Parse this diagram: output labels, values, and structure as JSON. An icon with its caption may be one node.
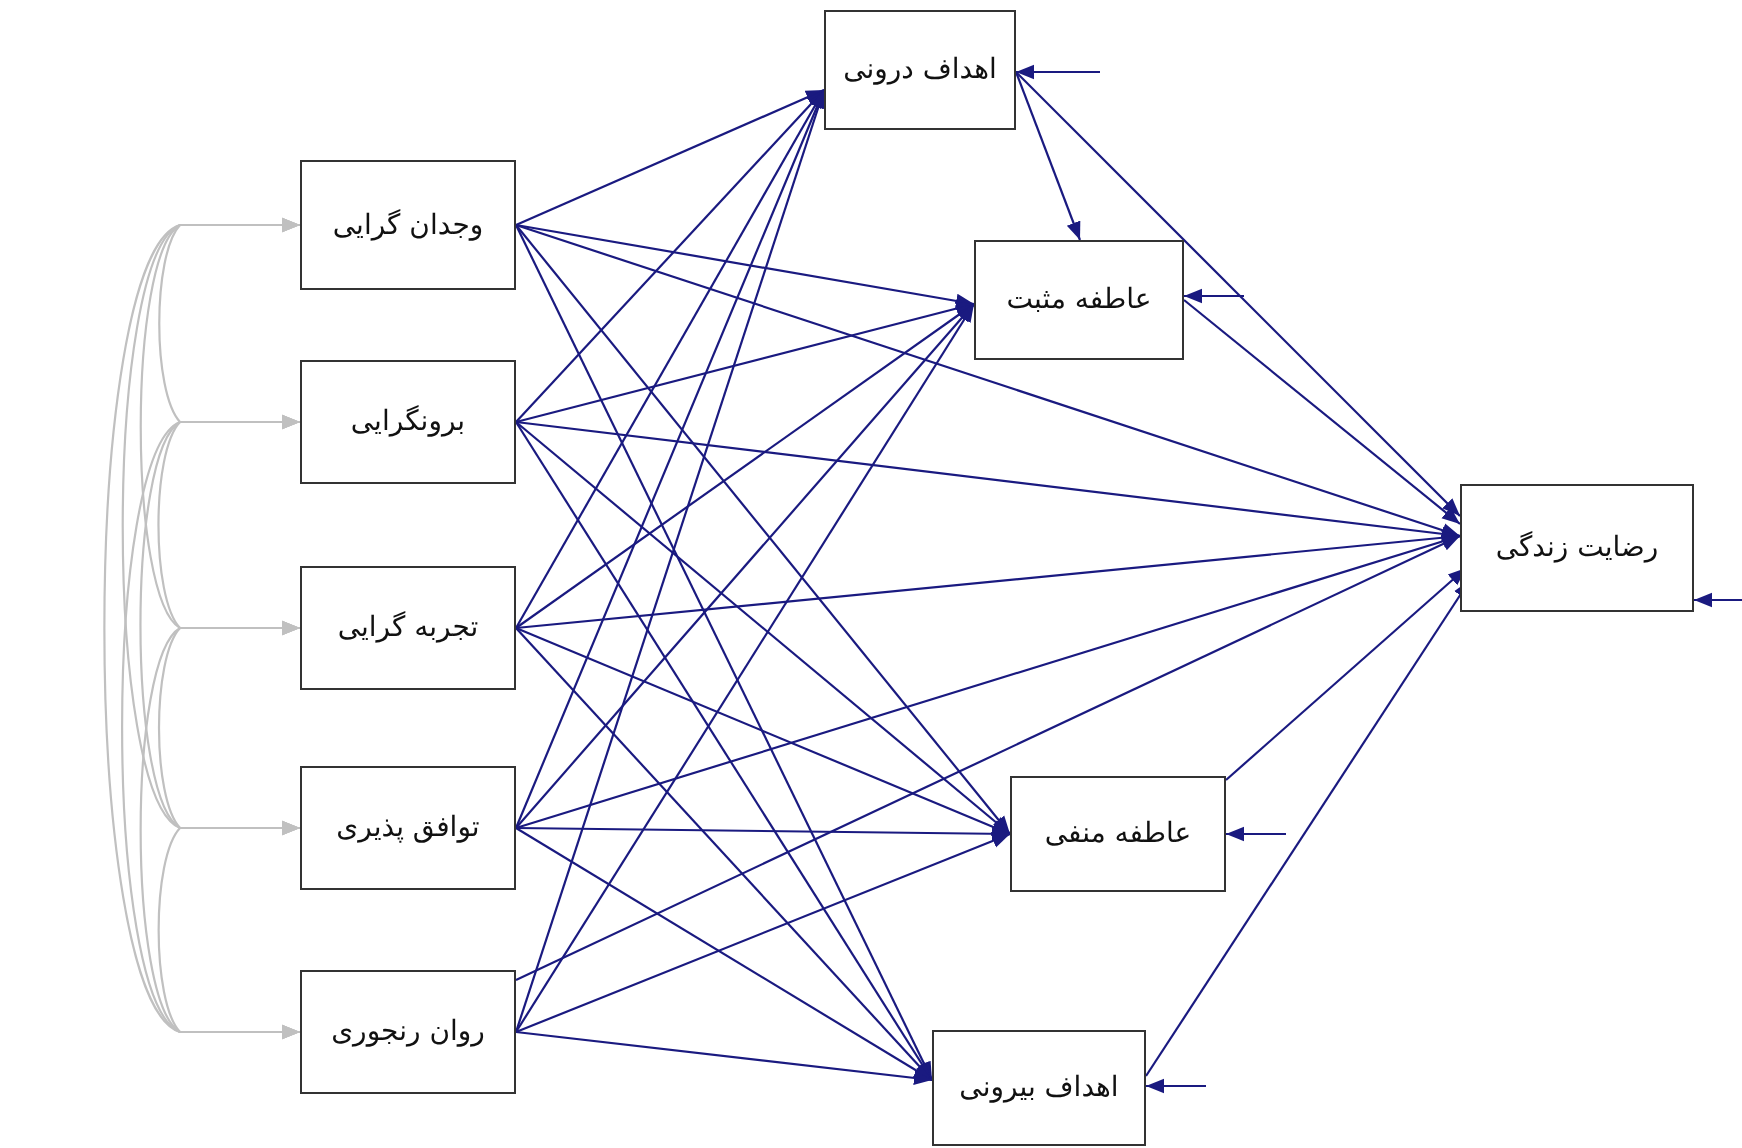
{
  "diagram": {
    "nodes": [
      {
        "text": [
          "وجدان گرایی"
        ]
      },
      {
        "text": [
          "برونگرایی"
        ]
      },
      {
        "text": [
          "تجربه گرایی"
        ]
      },
      {
        "text": [
          "توافق پذیری"
        ]
      },
      {
        "text": [
          "روان رنجوری"
        ]
      },
      {
        "text": [
          "اهداف  درونی"
        ]
      },
      {
        "text": [
          "عاطفه مثبت"
        ]
      },
      {
        "text": [
          "رضایت زندگی"
        ]
      },
      {
        "text": [
          "عاطفه منفی"
        ]
      },
      {
        "text": [
          "اهداف بیرونی"
        ]
      }
    ],
    "edges": [
      {
        "from": 0,
        "to": 5,
        "arrow": "to"
      },
      {
        "from": 0,
        "to": 6,
        "arrow": "to"
      },
      {
        "from": 0,
        "to": 7,
        "arrow": "to"
      },
      {
        "from": 0,
        "to": 8,
        "arrow": "to"
      },
      {
        "from": 0,
        "to": 9,
        "arrow": "to"
      },
      {
        "from": 1,
        "to": 5,
        "arrow": "to"
      },
      {
        "from": 1,
        "to": 6,
        "arrow": "to"
      },
      {
        "from": 1,
        "to": 7,
        "arrow": "to"
      },
      {
        "from": 1,
        "to": 8,
        "arrow": "to"
      },
      {
        "from": 1,
        "to": 9,
        "arrow": "to"
      },
      {
        "from": 2,
        "to": 5,
        "arrow": "to"
      },
      {
        "from": 2,
        "to": 6,
        "arrow": "to"
      },
      {
        "from": 2,
        "to": 7,
        "arrow": "to"
      },
      {
        "from": 2,
        "to": 8,
        "arrow": "to"
      },
      {
        "from": 2,
        "to": 9,
        "arrow": "to"
      },
      {
        "from": 3,
        "to": 5,
        "arrow": "to"
      },
      {
        "from": 3,
        "to": 6,
        "arrow": "to"
      },
      {
        "from": 3,
        "to": 7,
        "arrow": "to"
      },
      {
        "from": 3,
        "to": 8,
        "arrow": "to"
      },
      {
        "from": 3,
        "to": 9,
        "arrow": "to"
      },
      {
        "from": 4,
        "to": 5,
        "arrow": "to"
      },
      {
        "from": 4,
        "to": 6,
        "arrow": "to"
      },
      {
        "from": 4,
        "to": 7,
        "arrow": "to"
      },
      {
        "from": 4,
        "to": 8,
        "arrow": "to"
      },
      {
        "from": 4,
        "to": 9,
        "arrow": "to"
      },
      {
        "from": 5,
        "to": 6,
        "arrow": "to"
      },
      {
        "from": 5,
        "to": 7,
        "arrow": "to"
      },
      {
        "from": 6,
        "to": 7,
        "arrow": "to"
      },
      {
        "from": 8,
        "to": 7,
        "arrow": "to"
      },
      {
        "from": 9,
        "to": 7,
        "arrow": "to"
      },
      {
        "from": null,
        "to": 5,
        "arrow": "to"
      },
      {
        "from": null,
        "to": 6,
        "arrow": "to"
      },
      {
        "from": null,
        "to": 7,
        "arrow": "to"
      },
      {
        "from": null,
        "to": 8,
        "arrow": "to"
      },
      {
        "from": null,
        "to": 9,
        "arrow": "to"
      },
      {
        "from": 0,
        "to": 1,
        "arrow": "both",
        "color": "#c0c0c0"
      },
      {
        "from": 0,
        "to": 2,
        "arrow": "both",
        "color": "#c0c0c0"
      },
      {
        "from": 0,
        "to": 3,
        "arrow": "both",
        "color": "#c0c0c0"
      },
      {
        "from": 0,
        "to": 4,
        "arrow": "both",
        "color": "#c0c0c0"
      },
      {
        "from": 1,
        "to": 2,
        "arrow": "both",
        "color": "#c0c0c0"
      },
      {
        "from": 1,
        "to": 3,
        "arrow": "both",
        "color": "#c0c0c0"
      },
      {
        "from": 1,
        "to": 4,
        "arrow": "both",
        "color": "#c0c0c0"
      },
      {
        "from": 2,
        "to": 3,
        "arrow": "both",
        "color": "#c0c0c0"
      },
      {
        "from": 2,
        "to": 4,
        "arrow": "both",
        "color": "#c0c0c0"
      },
      {
        "from": 3,
        "to": 4,
        "arrow": "both",
        "color": "#c0c0c0"
      }
    ]
  }
}
